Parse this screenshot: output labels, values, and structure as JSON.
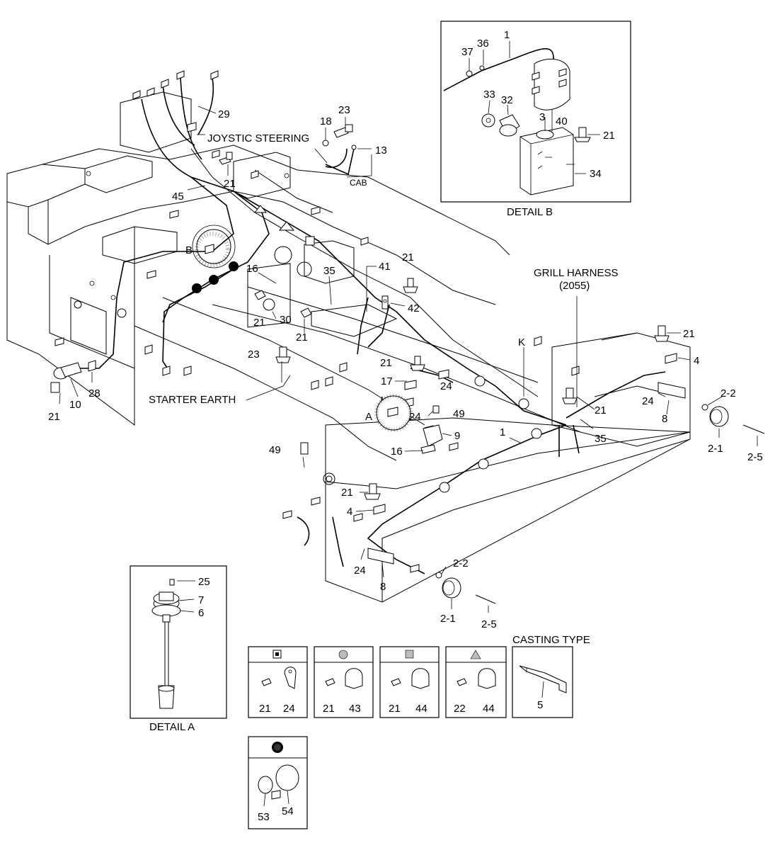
{
  "labels": {
    "detail_a": "DETAIL A",
    "detail_b": "DETAIL B",
    "joystic_steering": "JOYSTIC STEERING",
    "cab": "CAB",
    "grill_harness": "GRILL HARNESS",
    "grill_harness_code": "(2055)",
    "starter_earth": "STARTER EARTH",
    "casting_type": "CASTING TYPE",
    "view_a": "A",
    "view_b": "B",
    "view_k": "K"
  },
  "callouts": {
    "n29": "29",
    "n23_top": "23",
    "n18": "18",
    "n13": "13",
    "n21_a": "21",
    "n45": "45",
    "n16_a": "16",
    "n35_a": "35",
    "n41": "41",
    "n21_b": "21",
    "n42": "42",
    "n21_c": "21",
    "n30": "30",
    "n21_d": "21",
    "n23_mid": "23",
    "n21_e": "21",
    "n17": "17",
    "n24_a": "24",
    "n24_b": "24",
    "n49_a": "49",
    "n9": "9",
    "n16_b": "16",
    "n1_mid": "1",
    "n49_b": "49",
    "n21_f": "21",
    "n4_a": "4",
    "n24_c": "24",
    "n8_a": "8",
    "n2_2a": "2-2",
    "n2_1a": "2-1",
    "n2_5a": "2-5",
    "n21_g": "21",
    "n10": "10",
    "n28": "28",
    "n21_h": "21",
    "n4_b": "4",
    "n24_d": "24",
    "n8_b": "8",
    "n2_2b": "2-2",
    "n2_1b": "2-1",
    "n2_5b": "2-5",
    "n21_i": "21",
    "n35_b": "35"
  },
  "detail_b": {
    "n1": "1",
    "n37": "37",
    "n36": "36",
    "n33": "33",
    "n32": "32",
    "n3": "3",
    "n40": "40",
    "n21": "21",
    "n34": "34"
  },
  "detail_a": {
    "n25": "25",
    "n7": "7",
    "n6": "6"
  },
  "legend_boxes": [
    {
      "symbol": "square",
      "left": "21",
      "right": "24"
    },
    {
      "symbol": "circle",
      "left": "21",
      "right": "43"
    },
    {
      "symbol": "dotted-square",
      "left": "21",
      "right": "44"
    },
    {
      "symbol": "triangle",
      "left": "22",
      "right": "44"
    }
  ],
  "casting": {
    "number": "5"
  },
  "clamp_box": {
    "symbol": "filled-circle",
    "left": "53",
    "right": "54"
  }
}
